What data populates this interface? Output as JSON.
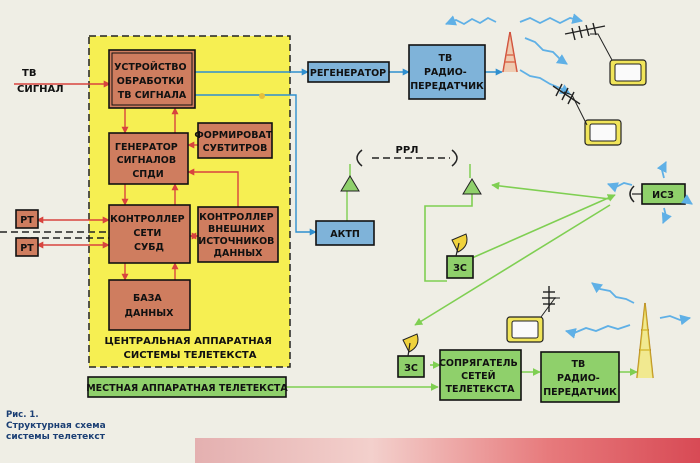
{
  "diagram": {
    "central_room_label": [
      "ЦЕНТРАЛЬНАЯ АППАРАТНАЯ",
      "СИСТЕМЫ ТЕЛЕТЕКСТА"
    ],
    "input_label": [
      "ТВ",
      "СИГНАЛ"
    ],
    "rrp_label": "РРЛ",
    "nodes": [
      {
        "id": "processing",
        "lines": [
          "УСТРОЙСТВО",
          "ОБРАБОТКИ",
          "ТВ СИГНАЛА"
        ],
        "color": "#cf7d5f"
      },
      {
        "id": "generator",
        "lines": [
          "ГЕНЕРАТОР",
          "СИГНАЛОВ",
          "СПДИ"
        ],
        "color": "#cf7d5f"
      },
      {
        "id": "subtitles",
        "lines": [
          "ФОРМИРОВАТ",
          "СУБТИТРОВ"
        ],
        "color": "#cf7d5f"
      },
      {
        "id": "controller",
        "lines": [
          "КОНТРОЛЛЕР",
          "СЕТИ",
          "СУБД"
        ],
        "color": "#cf7d5f"
      },
      {
        "id": "ext_controller",
        "lines": [
          "КОНТРОЛЛЕР",
          "ВНЕШНИХ",
          "ИСТОЧНИКОВ",
          "ДАННЫХ"
        ],
        "color": "#cf7d5f"
      },
      {
        "id": "database",
        "lines": [
          "БАЗА",
          "ДАННЫХ"
        ],
        "color": "#cf7d5f"
      },
      {
        "id": "regenerator",
        "lines": [
          "РЕГЕНЕРАТОР"
        ],
        "color": "#7fb3d9"
      },
      {
        "id": "tv_tx_top",
        "lines": [
          "ТВ",
          "РАДИО-",
          "ПЕРЕДАТЧИК"
        ],
        "color": "#7fb3d9"
      },
      {
        "id": "aktp",
        "lines": [
          "АКТП"
        ],
        "color": "#7fb3d9"
      },
      {
        "id": "es_right",
        "lines": [
          "ЗС"
        ],
        "color": "#8fd06b"
      },
      {
        "id": "isz",
        "lines": [
          "ИСЗ"
        ],
        "color": "#8fd06b"
      },
      {
        "id": "es_bottom",
        "lines": [
          "ЗС"
        ],
        "color": "#8fd06b"
      },
      {
        "id": "interface",
        "lines": [
          "СОПРЯГАТЕЛЬ",
          "СЕТЕЙ",
          "ТЕЛЕТЕКСТА"
        ],
        "color": "#8fd06b"
      },
      {
        "id": "tv_tx_bottom",
        "lines": [
          "ТВ",
          "РАДИО-",
          "ПЕРЕДАТЧИК"
        ],
        "color": "#8fd06b"
      },
      {
        "id": "local_room",
        "lines": [
          "МЕСТНАЯ АППАРАТНАЯ ТЕЛЕТЕКСТА"
        ],
        "color": "#8fd06b"
      },
      {
        "id": "rt1",
        "lines": [
          "РТ"
        ],
        "color": "#cf7d5f"
      },
      {
        "id": "rt2",
        "lines": [
          "РТ"
        ],
        "color": "#cf7d5f"
      }
    ]
  },
  "caption": {
    "fig": "Рис. 1.",
    "line1": "Структурная схема",
    "line2": "системы телетекст"
  },
  "colors": {
    "arrow_red": "#d8443e",
    "arrow_blue": "#2f8fcf",
    "arrow_green": "#7fcf52",
    "radio_wave": "#5fb0e6",
    "yellow_panel": "#f6ef52"
  }
}
